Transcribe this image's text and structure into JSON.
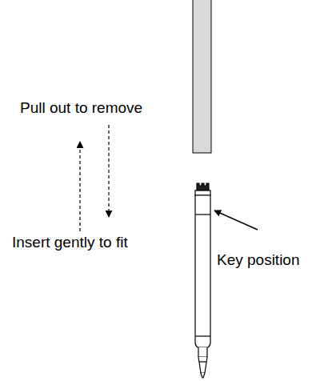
{
  "diagram": {
    "labels": [
      "Pull out to remove",
      "Insert gently to fit",
      "Key position"
    ]
  }
}
